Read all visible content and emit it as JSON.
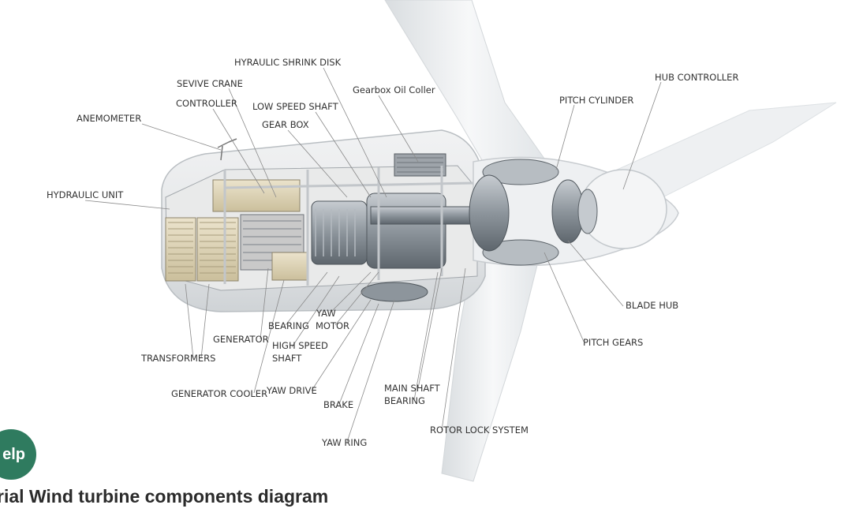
{
  "labels": {
    "hydraulic_shrink_disk": "HYRAULIC SHRINK DISK",
    "sevive_crane": "SEVIVE CRANE",
    "gearbox_oil_coller": "Gearbox Oil Coller",
    "hub_controller": "HUB CONTROLLER",
    "controller": "CONTROLLER",
    "low_speed_shaft": "LOW SPEED SHAFT",
    "pitch_cylinder": "PITCH CYLINDER",
    "anemometer": "ANEMOMETER",
    "gear_box": "GEAR BOX",
    "hydraulic_unit": "HYDRAULIC UNIT",
    "blade_hub": "BLADE HUB",
    "yaw": "YAW",
    "bearing": "BEARING",
    "motor": "MOTOR",
    "generator": "GENERATOR",
    "pitch_gears": "PITCH GEARS",
    "high_speed": "HIGH SPEED",
    "shaft": "SHAFT",
    "transformers": "TRANSFORMERS",
    "main_shaft": "MAIN SHAFT",
    "yaw_drive": "YAW DRIVE",
    "generator_cooler": "GENERATOR COOLER",
    "bearing2": "BEARING",
    "brake": "BRAKE",
    "rotor_lock_system": "ROTOR LOCK SYSTEM",
    "yaw_ring": "YAW RING"
  },
  "help_label": "elp",
  "caption": "rial Wind turbine components diagram",
  "colors": {
    "help_button": "#2f7b5f",
    "label_text": "#333333",
    "leader_line": "#8a8a8a"
  }
}
